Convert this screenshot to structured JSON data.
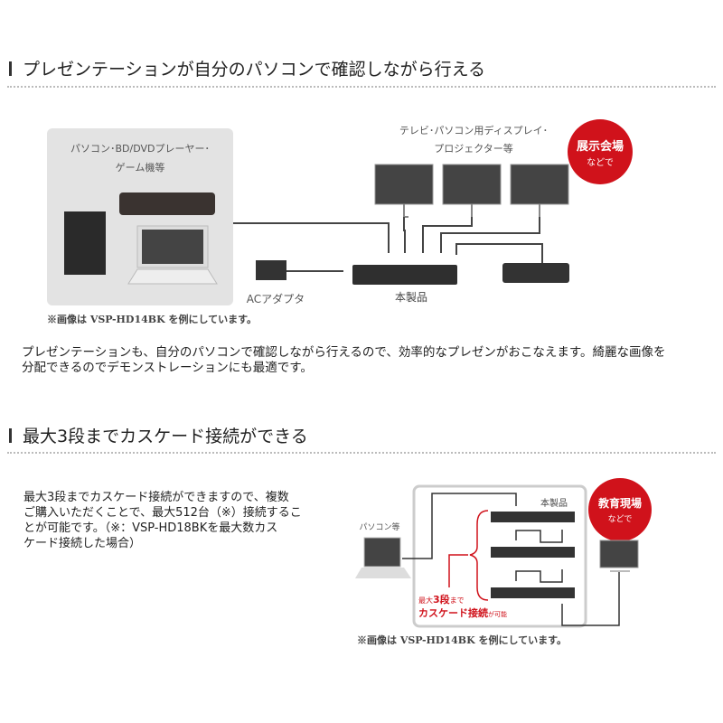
{
  "section1": {
    "heading": "プレゼンテーションが自分のパソコンで確認しながら行える",
    "diagram": {
      "source_label_line1": "パソコン･BD/DVDプレーヤー･",
      "source_label_line2": "ゲーム機等",
      "display_label_line1": "テレビ･パソコン用ディスプレイ･",
      "display_label_line2": "プロジェクター等",
      "badge_main": "展示会場",
      "badge_sub": "などで",
      "ac_adapter": "ACアダプタ",
      "product": "本製品",
      "caption": "※画像は VSP-HD14BK を例にしています。"
    },
    "body_line1": "プレゼンテーションも、自分のパソコンで確認しながら行えるので、効率的なプレゼンがおこなえます。綺麗な画像を",
    "body_line2": "分配できるのでデモンストレーションにも最適です。"
  },
  "section2": {
    "heading": "最大3段までカスケード接続ができる",
    "body_line1": "最大3段までカスケード接続ができますので、複数",
    "body_line2": "ご購入いただくことで、最大512台（※）接続するこ",
    "body_line3": "とが可能です。（※：VSP-HD18BKを最大数カス",
    "body_line4": "ケード接続した場合）",
    "diagram": {
      "pc_label": "パソコン等",
      "product": "本製品",
      "badge_main": "教育現場",
      "badge_sub": "などで",
      "cascade_pre": "最大",
      "cascade_num": "3段",
      "cascade_post": "まで",
      "cascade_main": "カスケード接続",
      "cascade_tail": "が可能",
      "caption": "※画像は VSP-HD14BK を例にしています。"
    }
  },
  "colors": {
    "accent_red": "#d0121b",
    "panel_gray": "#e3e3e3",
    "device_dark": "#3a3a3a"
  }
}
